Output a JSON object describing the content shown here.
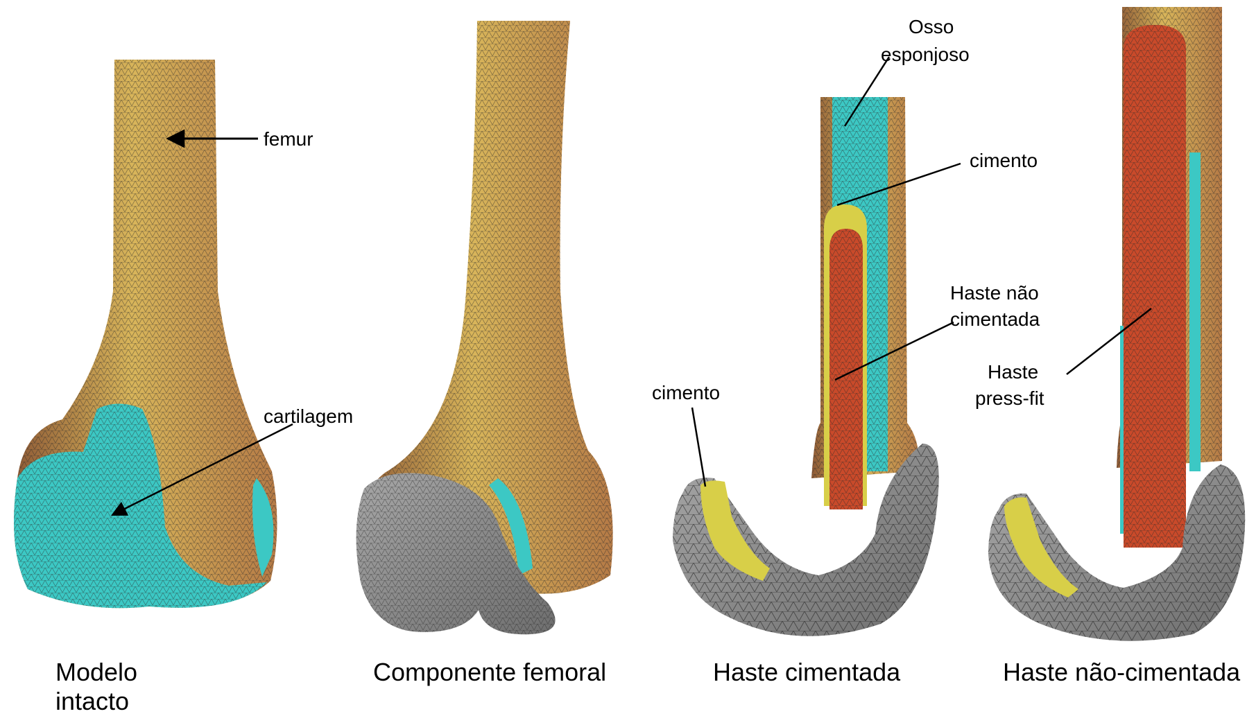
{
  "colors": {
    "bone": "#c8944f",
    "bone_light": "#d8b55a",
    "cartilage": "#3cc8c4",
    "implant": "#8e8e8e",
    "cement": "#d8cf48",
    "stem": "#c94a2a",
    "mesh_line": "#2a2a2a"
  },
  "panels": [
    {
      "caption_line1": "Modelo",
      "caption_line2": "intacto",
      "labels": {
        "femur": "femur",
        "cartilagem": "cartilagem"
      }
    },
    {
      "caption_line1": "Componente femoral"
    },
    {
      "caption_line1": "Haste cimentada",
      "labels": {
        "osso_line1": "Osso",
        "osso_line2": "esponjoso",
        "cimento_top": "cimento",
        "haste_line1": "Haste não",
        "haste_line2": "cimentada",
        "cimento_left": "cimento"
      }
    },
    {
      "caption_line1": "Haste não-cimentada",
      "labels": {
        "haste_line1": "Haste",
        "haste_line2": "press-fit"
      }
    }
  ]
}
